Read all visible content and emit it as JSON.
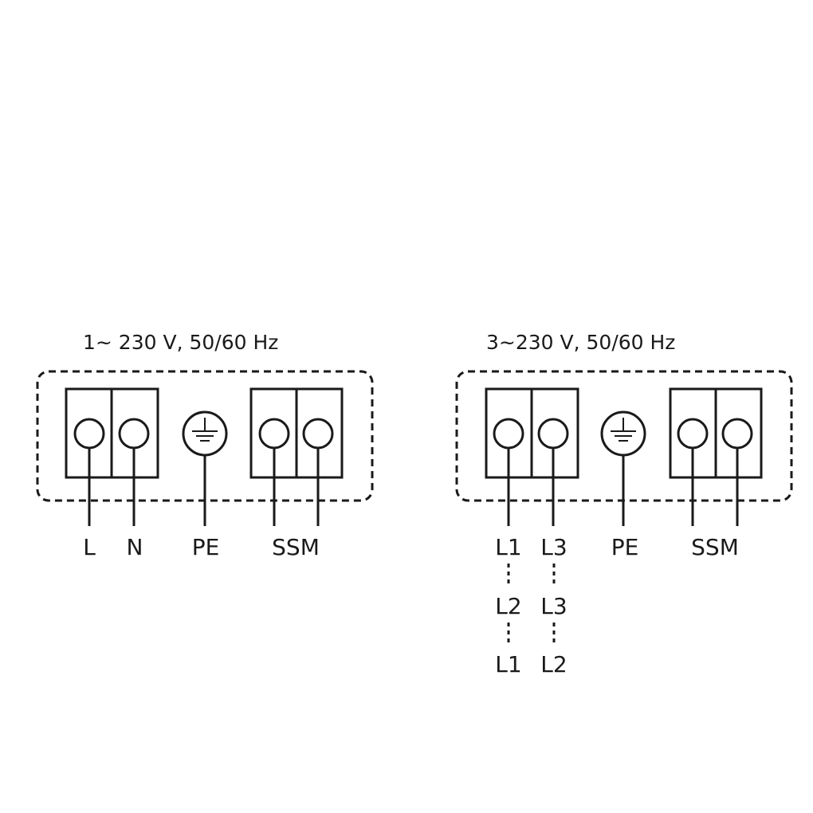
{
  "diagram": {
    "left": {
      "title": "1~ 230 V, 50/60 Hz",
      "labels": [
        "L",
        "N",
        "PE",
        "SSM"
      ]
    },
    "right": {
      "title": "3~230 V, 50/60 Hz",
      "labels": [
        "L1",
        "L3",
        "PE",
        "SSM"
      ],
      "alt_rows": [
        [
          "L2",
          "L3"
        ],
        [
          "L1",
          "L2"
        ]
      ]
    },
    "icons": [
      "terminal-screw-icon",
      "ground-symbol-icon"
    ]
  }
}
